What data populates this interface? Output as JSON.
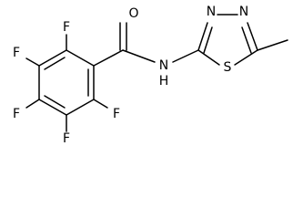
{
  "molecule": {
    "atoms": {
      "F1": "F",
      "F2": "F",
      "F3": "F",
      "F4": "F",
      "F5": "F",
      "O": "O",
      "NH": "N",
      "H": "H",
      "N_top_left": "N",
      "N_top_right": "N",
      "S": "S"
    }
  }
}
